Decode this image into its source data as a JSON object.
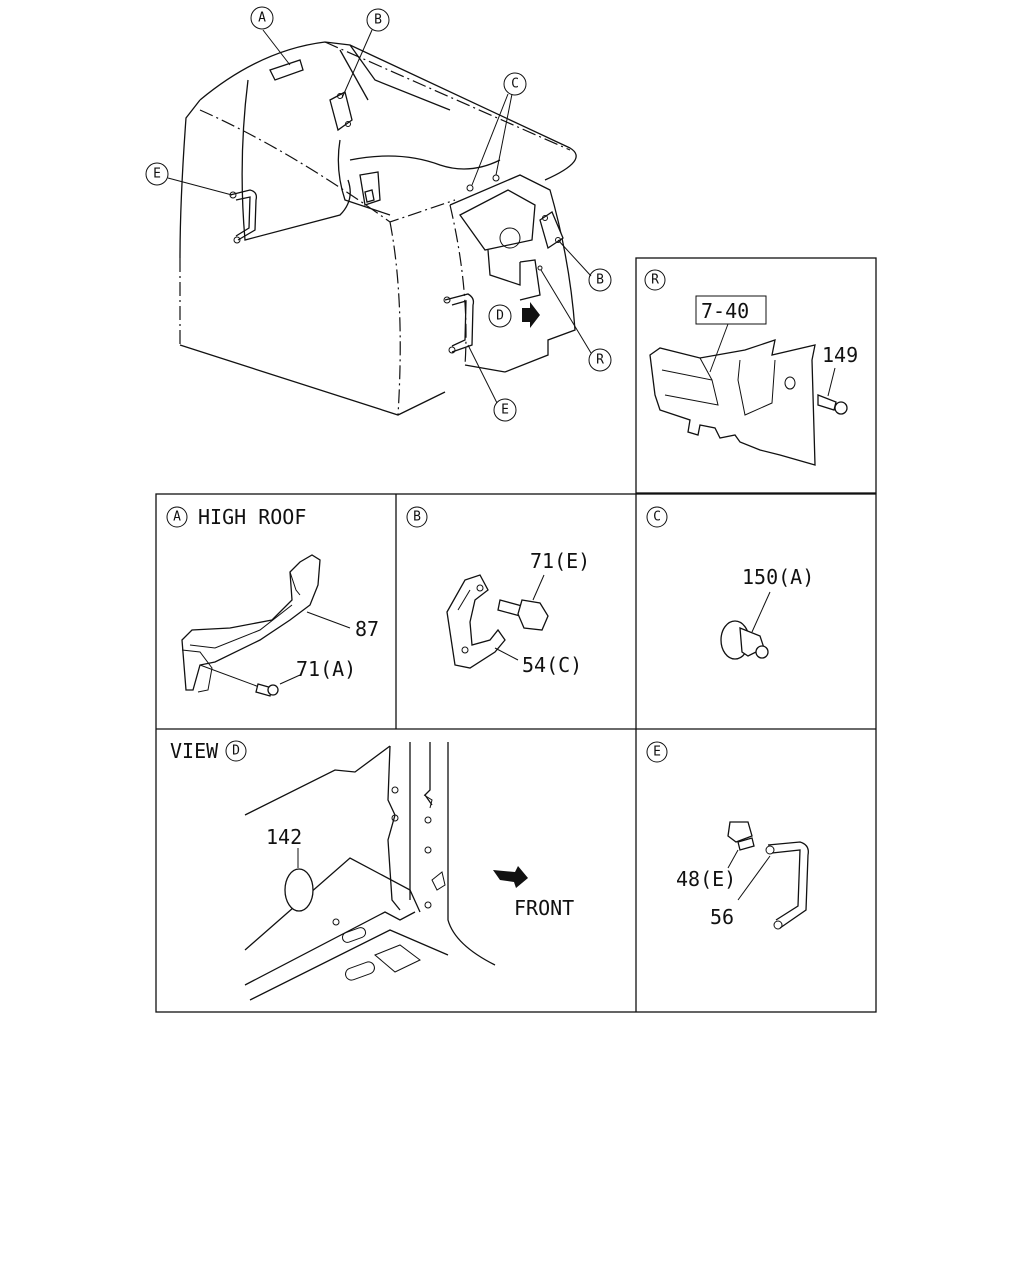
{
  "callouts": {
    "a": "A",
    "b": "B",
    "c": "C",
    "d": "D",
    "e": "E",
    "r": "R"
  },
  "main_view": {
    "view_arrow_letter": "D"
  },
  "detail_r": {
    "box_label": "7-40",
    "part_149": "149"
  },
  "detail_a": {
    "title": "HIGH ROOF",
    "part_87": "87",
    "part_71a": "71(A)"
  },
  "detail_b": {
    "part_71e": "71(E)",
    "part_54c": "54(C)"
  },
  "detail_c": {
    "part_150a": "150(A)"
  },
  "detail_d": {
    "title": "VIEW",
    "part_142": "142",
    "front_label": "FRONT"
  },
  "detail_e": {
    "part_48e": "48(E)",
    "part_56": "56"
  }
}
